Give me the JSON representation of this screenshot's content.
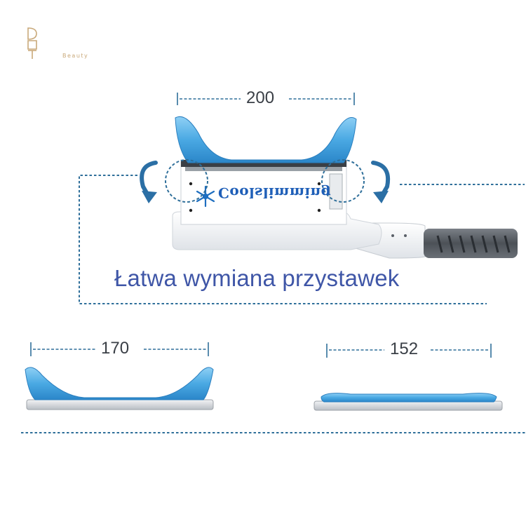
{
  "logo": {
    "brand_icon": "dot-monogram-icon",
    "tagline": "Beauty",
    "color": "#c9a97a"
  },
  "dimensions": {
    "top": "200",
    "left": "170",
    "right": "152"
  },
  "handpiece": {
    "brand_text": "Coolslimming",
    "snowflake_icon": "snowflake-icon"
  },
  "caption": "Łatwa wymiana przystawek",
  "colors": {
    "accent_blue": "#2f7fb0",
    "cup_blue": "#4aa9e3",
    "caption_blue": "#3f56a7"
  }
}
